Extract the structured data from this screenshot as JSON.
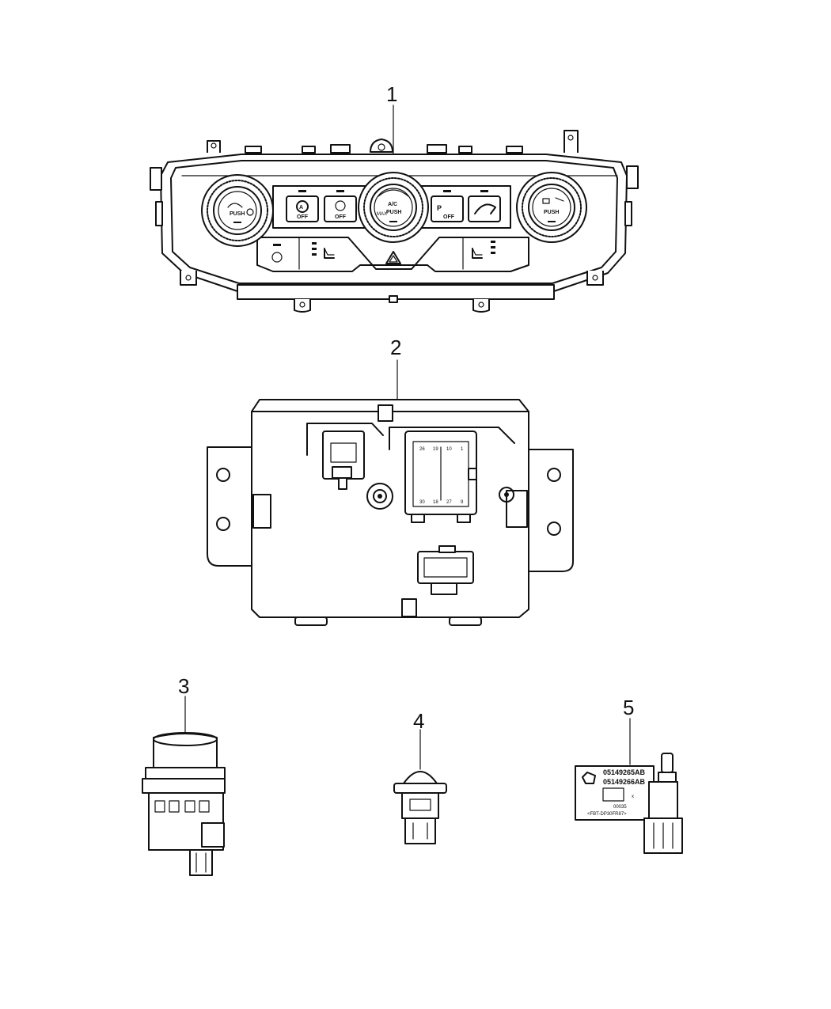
{
  "callouts": {
    "c1": "1",
    "c2": "2",
    "c3": "3",
    "c4": "4",
    "c5": "5"
  },
  "control_panel": {
    "left_knob_push": "PUSH",
    "center_knob_ac": "A/C",
    "center_knob_push": "PUSH",
    "center_knob_max": "MAX\nA/C",
    "right_knob_push": "PUSH",
    "auto_off_label": "OFF",
    "eco_off_label": "OFF",
    "park_off_label": "OFF"
  },
  "module": {
    "pin_labels": [
      "26",
      "19",
      "10",
      "1",
      "30",
      "18",
      "27",
      "9"
    ]
  },
  "sensor_label": {
    "part_line_1": "05149265AB",
    "part_line_2": "05149266AB",
    "code": "00035",
    "barcode_text": "<FBT-DP30FR87>",
    "x_mark": "x"
  }
}
